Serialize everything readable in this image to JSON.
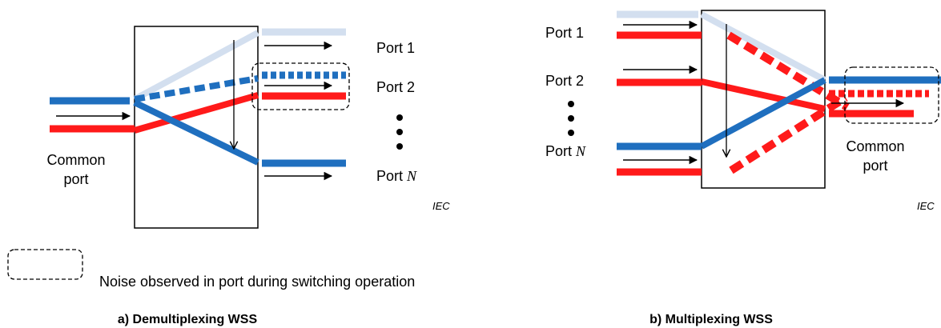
{
  "colors": {
    "blue": "#1f6fbf",
    "red": "#ff1a1a",
    "light_blue": "#d3dfef",
    "black": "#000000"
  },
  "panel_a": {
    "port_1": "Port 1",
    "port_2": "Port 2",
    "port_n_prefix": "Port ",
    "port_n_var": "N",
    "common_line1": "Common",
    "common_line2": "port",
    "iec": "IEC",
    "caption": "a) Demultiplexing WSS"
  },
  "panel_b": {
    "port_1": "Port 1",
    "port_2": "Port 2",
    "port_n_prefix": "Port ",
    "port_n_var": "N",
    "common_line1": "Common",
    "common_line2": "port",
    "iec": "IEC",
    "caption": "b) Multiplexing WSS"
  },
  "legend": {
    "text": "Noise observed in port during switching operation"
  }
}
